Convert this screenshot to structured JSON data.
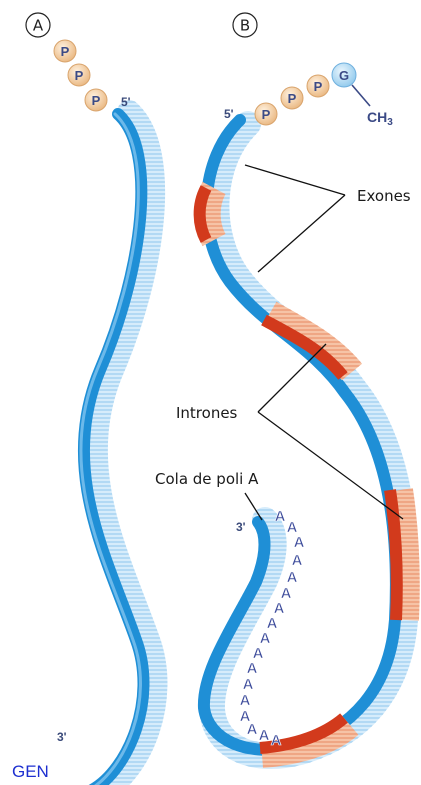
{
  "panels": {
    "a": "A",
    "b": "B"
  },
  "strand_a": {
    "five_prime": "5'",
    "three_prime": "3'",
    "caps": [
      "P",
      "P",
      "P"
    ]
  },
  "strand_b": {
    "five_prime": "5'",
    "three_prime": "3'",
    "caps": [
      "P",
      "P",
      "P"
    ],
    "cap_base": "G",
    "methyl": "CH",
    "methyl_sub": "3",
    "poly_a": [
      "A",
      "A",
      "A",
      "A",
      "A",
      "A",
      "A",
      "A",
      "A",
      "A",
      "A",
      "A",
      "A",
      "A",
      "A",
      "A",
      "A"
    ]
  },
  "labels": {
    "exons": "Exones",
    "introns": "Intrones",
    "poly_a_tail": "Cola de poli A"
  },
  "footer": "GEN",
  "colors": {
    "exon_dark": "#1f8fd6",
    "exon_light": "#bfe0f6",
    "intron_dark": "#d23a1c",
    "intron_light": "#f0a27f",
    "cap_bead": "#f3c99a",
    "g_bead": "#a9d6f2"
  }
}
